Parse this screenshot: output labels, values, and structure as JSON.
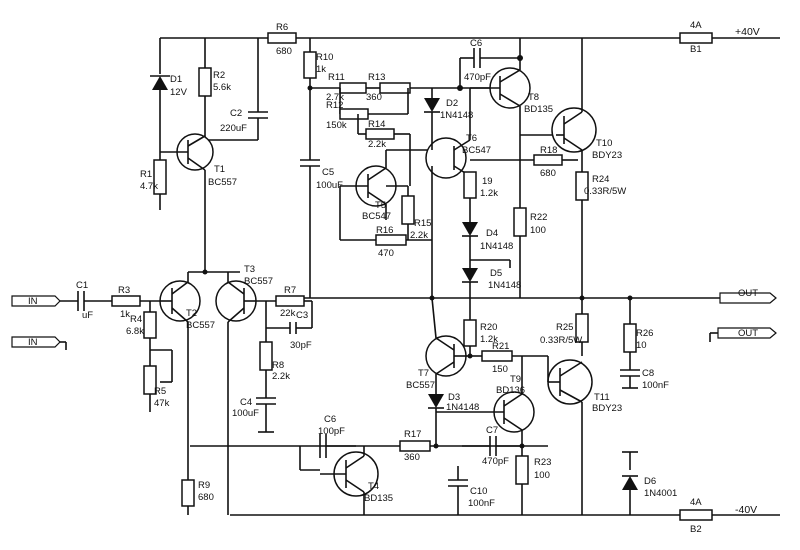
{
  "labels": {
    "R6": "R6",
    "R6v": "680",
    "fuse_top": "4A",
    "B1": "B1",
    "vplus": "+40V",
    "fuse_bot": "4A",
    "B2": "B2",
    "vminus": "-40V",
    "D1": "D1",
    "D1v": "12V",
    "R2": "R2",
    "R2v": "5.6k",
    "C2": "C2",
    "C2v": "220uF",
    "R1": "R1",
    "R1v": "4.7k",
    "T1": "T1",
    "T1v": "BC557",
    "R10": "R10",
    "R10v": "1k",
    "R11": "R11",
    "R11v": "2.7k",
    "R12": "R12",
    "R12v": "150k",
    "R13": "R13",
    "R13v": "360",
    "R14": "R14",
    "R14v": "2.2k",
    "C5": "C5",
    "C5v": "100uF",
    "T5": "T5",
    "T5v": "BC547",
    "R15": "R15",
    "R15v": "2.2k",
    "R16": "R16",
    "R16v": "470",
    "C6top": "C6",
    "C6topv": "470pF",
    "T8": "T8",
    "T8v": "BD135",
    "D2": "D2",
    "D2v": "1N4148",
    "T6": "T6",
    "T6v": "BC547",
    "R18": "R18",
    "R18v": "680",
    "R9top": "19",
    "R9topv": "1.2k",
    "D4": "D4",
    "D4v": "1N4148",
    "D5": "D5",
    "D5v": "1N4148",
    "R22": "R22",
    "R22v": "100",
    "T10": "T10",
    "T10v": "BDY23",
    "R24": "R24",
    "R24v": "0.33R/5W",
    "IN": "IN",
    "C1": "C1",
    "C1v": "uF",
    "R3": "R3",
    "R3v": "1k",
    "R4": "R4",
    "R4v": "6.8k",
    "T2": "T2",
    "T2v": "BC557",
    "T3": "T3",
    "T3v": "BC557",
    "R7": "R7",
    "R7v": "22k",
    "C3": "C3",
    "C3v": "30pF",
    "R8": "R8",
    "R8v": "2.2k",
    "R5": "R5",
    "R5v": "47k",
    "C4": "C4",
    "C4v": "100uF",
    "OUT": "OUT",
    "R20": "R20",
    "R20v": "1.2k",
    "R25": "R25",
    "R25v": "0.33R/5W",
    "R26": "R26",
    "R26v": "10",
    "C8": "C8",
    "C8v": "100nF",
    "T7": "T7",
    "T7v": "BC557",
    "R21": "R21",
    "R21v": "150",
    "D3": "D3",
    "D3v": "1N4148",
    "T9": "T9",
    "T9v": "BD136",
    "T11": "T11",
    "T11v": "BDY23",
    "C6": "C6",
    "C6v": "100pF",
    "R17": "R17",
    "R17v": "360",
    "C7": "C7",
    "C7v": "470pF",
    "R23": "R23",
    "R23v": "100",
    "T4": "T4",
    "T4v": "BD135",
    "C10": "C10",
    "C10v": "100nF",
    "D6": "D6",
    "D6v": "1N4001",
    "R9": "R9",
    "R9v": "680"
  }
}
